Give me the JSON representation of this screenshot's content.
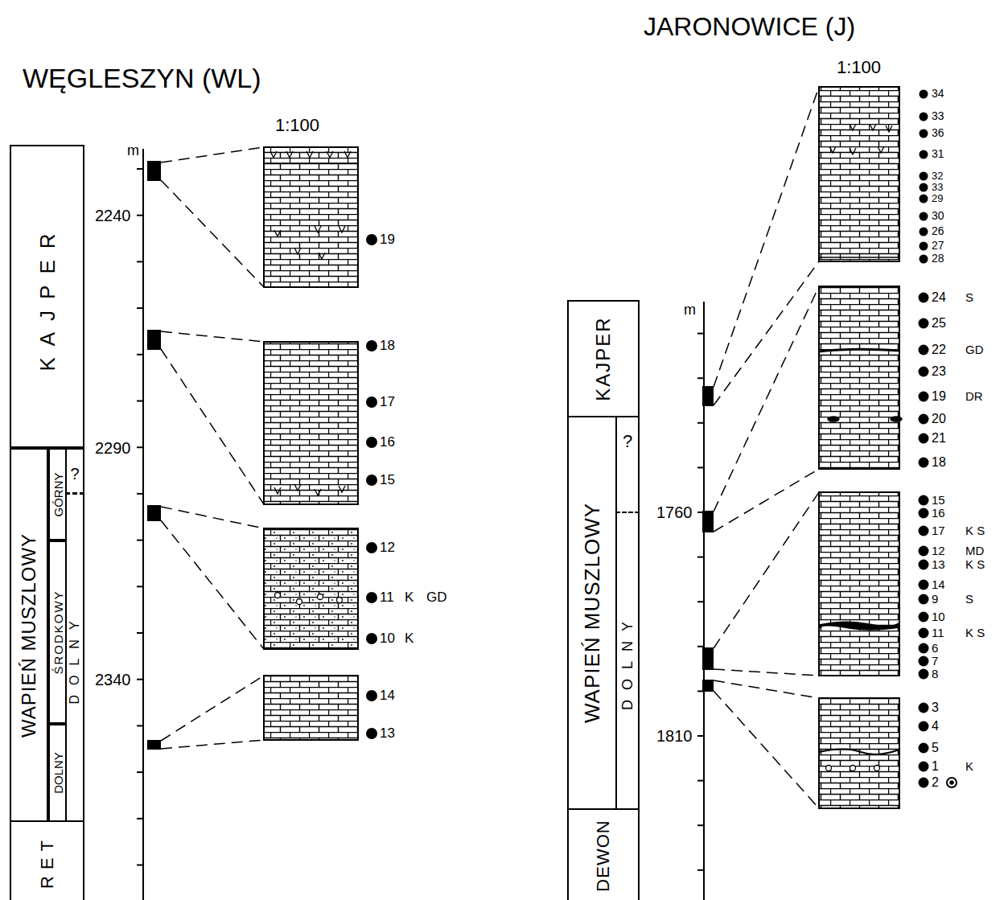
{
  "diagram": {
    "nodes": [
      {
        "text": [
          "KAJPER"
        ]
      },
      {
        "text": [
          "WAPIEŃ MUSZLOWY"
        ]
      },
      {
        "text": [
          "GÓRNY"
        ]
      },
      {
        "text": [
          "ŚRODKOWY"
        ]
      },
      {
        "text": [
          "DOLNY"
        ]
      },
      {
        "text": [
          "?"
        ]
      },
      {
        "text": [
          "DOLNY"
        ]
      },
      {
        "text": [
          "RET"
        ]
      },
      {
        "text": [
          "KAJPER"
        ]
      },
      {
        "text": [
          "WAPIEŃ MUSZLOWY"
        ]
      },
      {
        "text": [
          "?"
        ]
      },
      {
        "text": [
          "DOLNY"
        ]
      },
      {
        "text": [
          "DEWON"
        ]
      }
    ],
    "labels": [
      "WĘGLESZYN (WL)",
      "1:100",
      "m",
      "2240",
      "2290",
      "2340",
      "19",
      "18",
      "17",
      "16",
      "15",
      "12",
      "11",
      "K",
      "GD",
      "10",
      "K",
      "14",
      "13",
      "JARONOWICE (J)",
      "1:100",
      "m",
      "1760",
      "1810",
      "34",
      "33",
      "36",
      "31",
      "32",
      "33",
      "29",
      "30",
      "26",
      "27",
      "28",
      "24",
      "S",
      "25",
      "22",
      "GD",
      "23",
      "19",
      "DR",
      "20",
      "21",
      "18",
      "15",
      "16",
      "17",
      "K S",
      "12",
      "MD",
      "13",
      "K S",
      "14",
      "9",
      "S",
      "10",
      "11",
      "K S",
      "6",
      "7",
      "8",
      "3",
      "4",
      "5",
      "1",
      "K",
      "2"
    ]
  }
}
